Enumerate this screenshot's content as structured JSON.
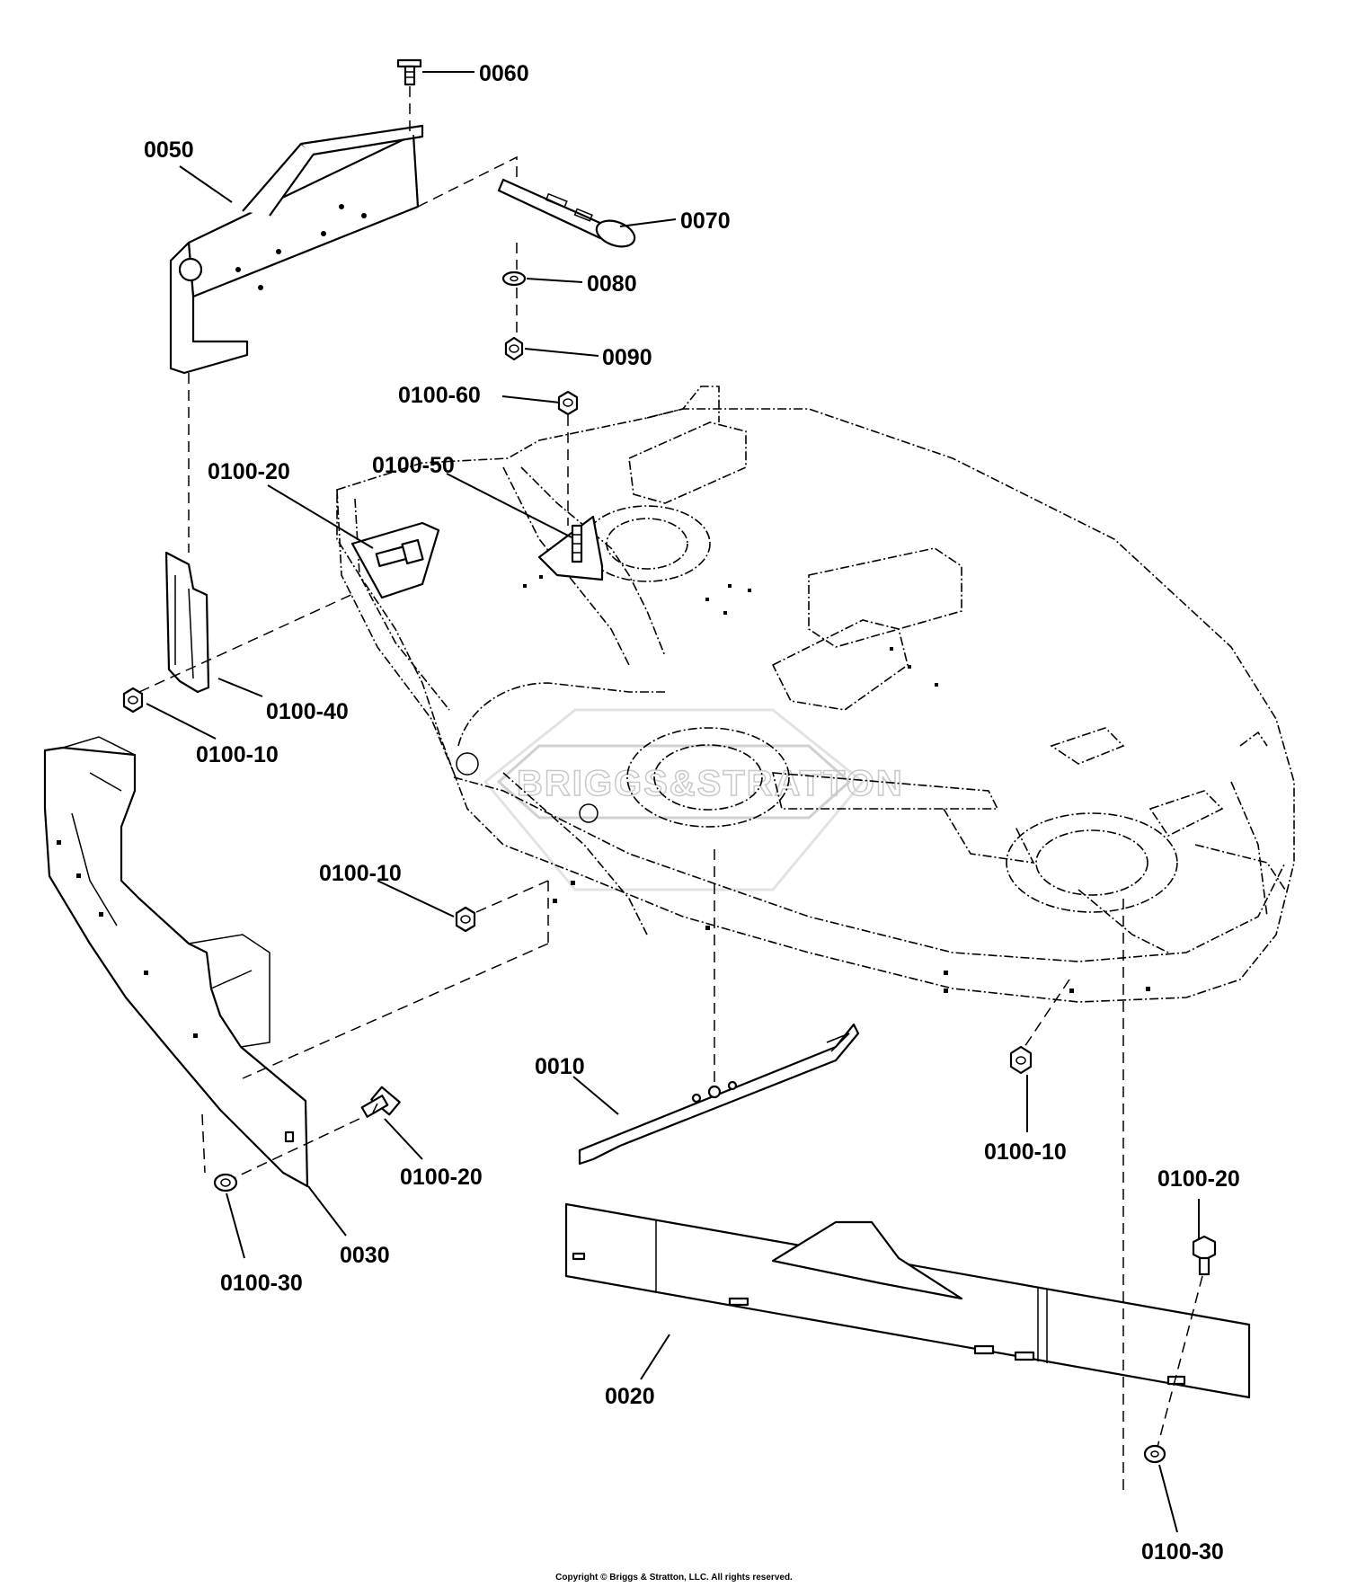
{
  "diagram": {
    "watermark": "BRIGGS&STRATTON",
    "copyright": "Copyright © Briggs & Stratton, LLC. All rights reserved.",
    "labels": {
      "p0060": "0060",
      "p0050": "0050",
      "p0070": "0070",
      "p0080": "0080",
      "p0090": "0090",
      "p0100_60": "0100-60",
      "p0100_50": "0100-50",
      "p0100_20_a": "0100-20",
      "p0100_40": "0100-40",
      "p0100_10_a": "0100-10",
      "p0100_10_b": "0100-10",
      "p0010": "0010",
      "p0100_10_c": "0100-10",
      "p0100_20_b": "0100-20",
      "p0100_20_c": "0100-20",
      "p0030": "0030",
      "p0100_30_a": "0100-30",
      "p0020": "0020",
      "p0100_30_b": "0100-30"
    }
  }
}
